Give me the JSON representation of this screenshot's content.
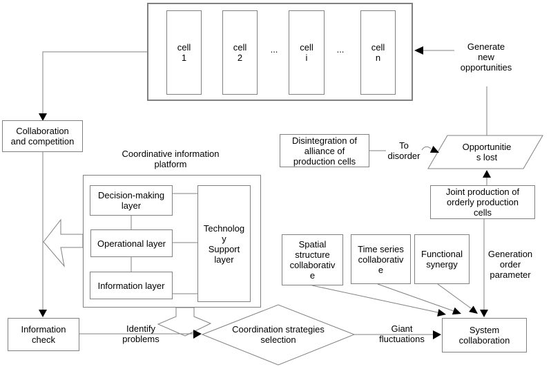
{
  "colors": {
    "line": "#808080",
    "arrowhead": "#000000",
    "background": "#ffffff",
    "text": "#000000"
  },
  "nodes": {
    "cell1": "cell\n1",
    "cell2": "cell\n2",
    "cellEllipsis1": "...",
    "cellI": "cell\ni",
    "cellEllipsis2": "...",
    "cellN": "cell\nn",
    "generate": "Generate\nnew\nopportunities",
    "collaboration": "Collaboration\nand competition",
    "platformTitle": "Coordinative information\nplatform",
    "decision": "Decision-making\nlayer",
    "operational": "Operational layer",
    "informationLayer": "Information layer",
    "techSupport": "Technolog\ny\nSupport\nlayer",
    "disintegration": "Disintegration of\nalliance of\nproduction cells",
    "toDisorder": "To\ndisorder",
    "opportunitiesLost": "Opportunitie\ns lost",
    "jointProduction": "Joint production of\norderly production\ncells",
    "spatial": "Spatial\nstructure\ncollaborativ\ne",
    "timeSeries": "Time series\ncollaborativ\ne",
    "functional": "Functional\nsynergy",
    "generationOrder": "Generation\norder\nparameter",
    "informationCheck": "Information\ncheck",
    "identifyProblems": "Identify\nproblems",
    "coordinationStrategies": "Coordination strategies\nselection",
    "giantFluctuations": "Giant\nfluctuations",
    "systemCollaboration": "System\ncollaboration"
  }
}
